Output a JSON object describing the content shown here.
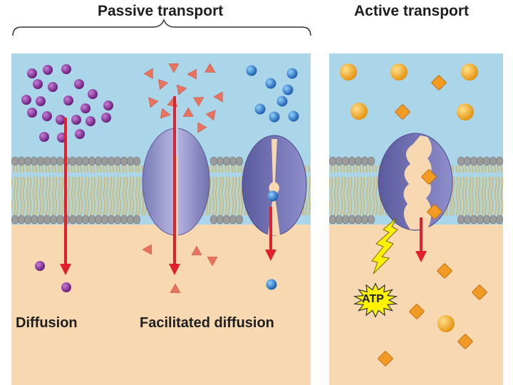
{
  "labels": {
    "passive_transport": "Passive transport",
    "active_transport": "Active transport",
    "diffusion": "Diffusion",
    "facilitated_diffusion": "Facilitated diffusion",
    "atp": "ATP"
  },
  "colors": {
    "extracellular": "#abd6ea",
    "cytoplasm": "#f7d8b1",
    "phospholipid_head": "#9b9b9b",
    "phospholipid_tail": "#e5b440",
    "protein": "#9b9bd0",
    "purple_molecule": "#7a2a8c",
    "red_molecule": "#e8735f",
    "blue_molecule": "#2c78c8",
    "orange_molecule": "#f3a533",
    "arrow": "#e0202a",
    "atp_burst": "#fff200"
  }
}
